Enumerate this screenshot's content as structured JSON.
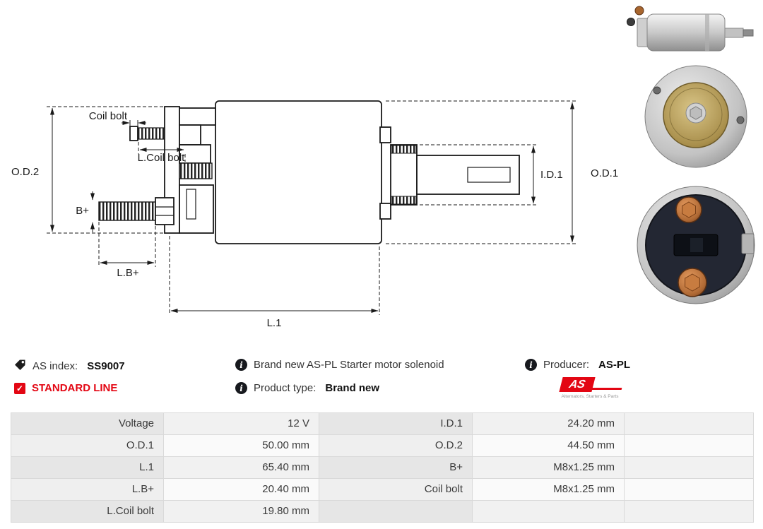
{
  "diagram": {
    "labels": {
      "coil_bolt": "Coil bolt",
      "l_coil_bolt": "L.Coil bolt",
      "od2": "O.D.2",
      "b_plus": "B+",
      "lb_plus": "L.B+",
      "l1": "L.1",
      "id1": "I.D.1",
      "od1": "O.D.1"
    }
  },
  "photos": {
    "side_view": "solenoid-side-photo",
    "back_view": "solenoid-back-photo",
    "front_view": "solenoid-front-photo"
  },
  "info": {
    "as_index": {
      "label": "AS index:",
      "value": "SS9007"
    },
    "standard_line": "STANDARD LINE",
    "description": "Brand new AS-PL Starter motor solenoid",
    "product_type": {
      "label": "Product type:",
      "value": "Brand new"
    },
    "producer": {
      "label": "Producer:",
      "value": "AS-PL"
    },
    "logo": {
      "text": "AS",
      "subtext": "Alternators, Starters & Parts"
    }
  },
  "spec_table": {
    "rows": [
      {
        "l_label": "Voltage",
        "l_value": "12 V",
        "r_label": "I.D.1",
        "r_value": "24.20 mm"
      },
      {
        "l_label": "O.D.1",
        "l_value": "50.00 mm",
        "r_label": "O.D.2",
        "r_value": "44.50 mm"
      },
      {
        "l_label": "L.1",
        "l_value": "65.40 mm",
        "r_label": "B+",
        "r_value": "M8x1.25 mm"
      },
      {
        "l_label": "L.B+",
        "l_value": "20.40 mm",
        "r_label": "Coil bolt",
        "r_value": "M8x1.25 mm"
      },
      {
        "l_label": "L.Coil bolt",
        "l_value": "19.80 mm",
        "r_label": "",
        "r_value": ""
      }
    ]
  },
  "colors": {
    "accent_red": "#e30613",
    "info_icon_bg": "#17191e",
    "table_label_bg": "#e6e6e6",
    "table_value_bg": "#f1f1f1"
  }
}
